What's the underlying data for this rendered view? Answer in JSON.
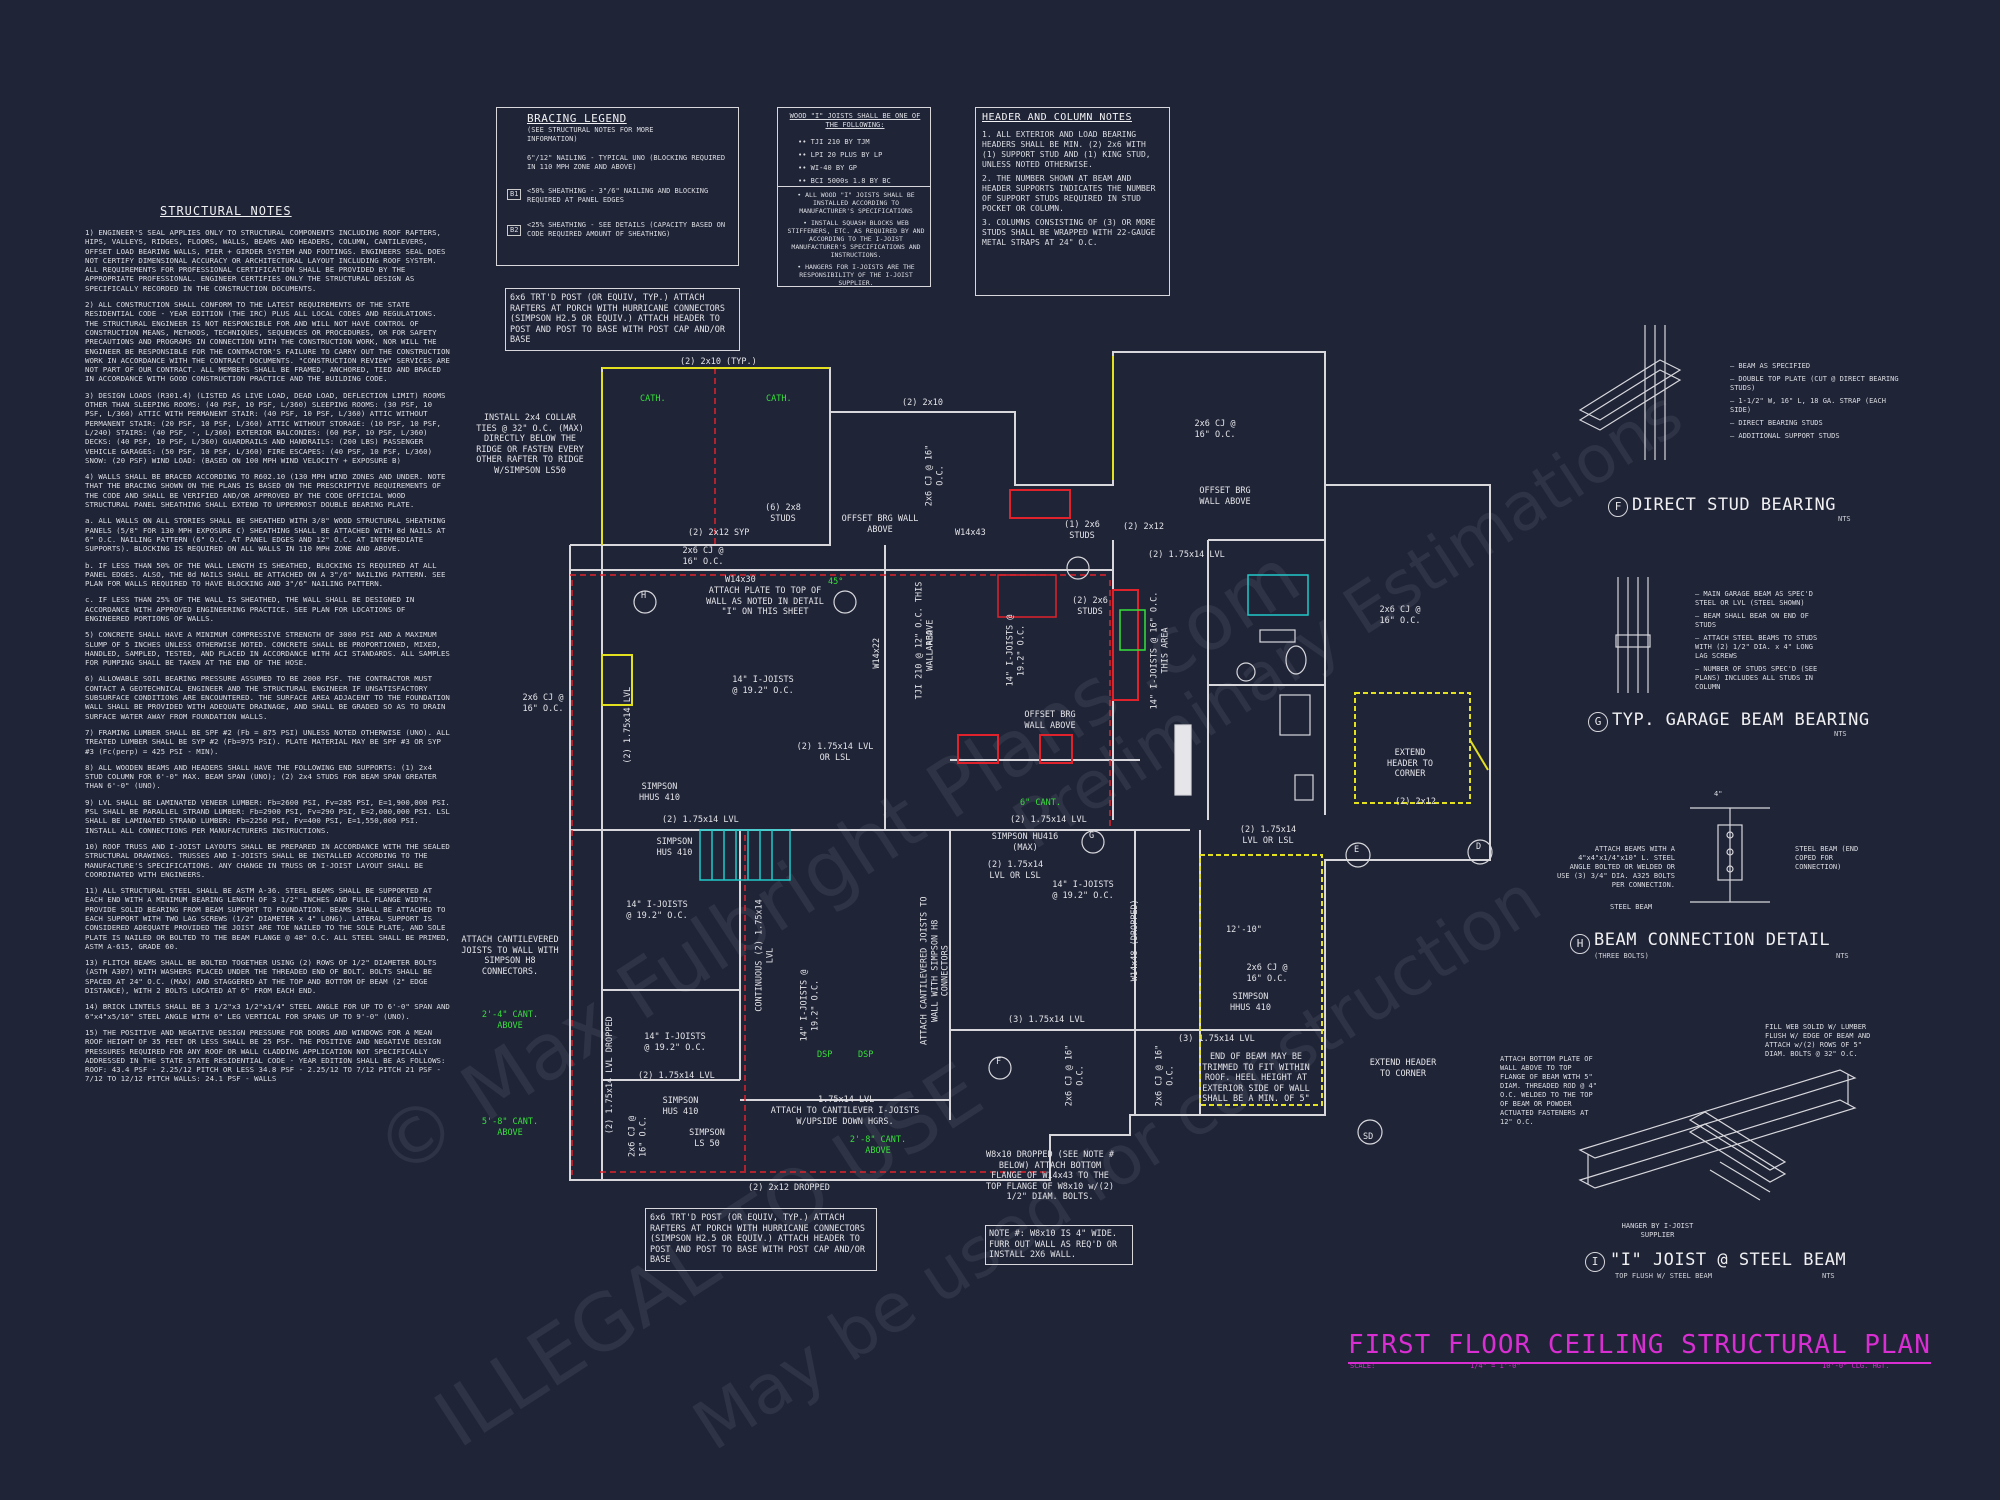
{
  "structural_notes": {
    "title": "STRUCTURAL NOTES",
    "paragraphs": [
      "1) ENGINEER'S SEAL APPLIES ONLY TO STRUCTURAL COMPONENTS INCLUDING ROOF RAFTERS, HIPS, VALLEYS, RIDGES, FLOORS, WALLS, BEAMS AND HEADERS, COLUMN, CANTILEVERS, OFFSET LOAD BEARING WALLS, PIER + GIRDER SYSTEM AND FOOTINGS. ENGINEERS SEAL DOES NOT CERTIFY DIMENSIONAL ACCURACY OR ARCHITECTURAL LAYOUT INCLUDING ROOF SYSTEM. ALL REQUIREMENTS FOR PROFESSIONAL CERTIFICATION SHALL BE PROVIDED BY THE APPROPRIATE PROFESSIONAL. ENGINEER CERTIFIES ONLY THE STRUCTURAL DESIGN AS SPECIFICALLY RECORDED IN THE CONSTRUCTION DOCUMENTS.",
      "2) ALL CONSTRUCTION SHALL CONFORM TO THE LATEST REQUIREMENTS OF THE STATE RESIDENTIAL CODE - YEAR EDITION (THE IRC) PLUS ALL LOCAL CODES AND REGULATIONS. THE STRUCTURAL ENGINEER IS NOT RESPONSIBLE FOR AND WILL NOT HAVE CONTROL OF CONSTRUCTION MEANS, METHODS, TECHNIQUES, SEQUENCES OR PROCEDURES, OR FOR SAFETY PRECAUTIONS AND PROGRAMS IN CONNECTION WITH THE CONSTRUCTION WORK, NOR WILL THE ENGINEER BE RESPONSIBLE FOR THE CONTRACTOR'S FAILURE TO CARRY OUT THE CONSTRUCTION WORK IN ACCORDANCE WITH THE CONTRACT DOCUMENTS. \"CONSTRUCTION REVIEW\" SERVICES ARE NOT PART OF OUR CONTRACT. ALL MEMBERS SHALL BE FRAMED, ANCHORED, TIED AND BRACED IN ACCORDANCE WITH GOOD CONSTRUCTION PRACTICE AND THE BUILDING CODE.",
      "3) DESIGN LOADS (R301.4) (LISTED AS LIVE LOAD, DEAD LOAD, DEFLECTION LIMIT) ROOMS OTHER THAN SLEEPING ROOMS: (40 PSF, 10 PSF, L/360) SLEEPING ROOMS: (30 PSF, 10 PSF, L/360) ATTIC WITH PERMANENT STAIR: (40 PSF, 10 PSF, L/360) ATTIC WITHOUT PERMANENT STAIR: (20 PSF, 10 PSF, L/360) ATTIC WITHOUT STORAGE: (10 PSF, 10 PSF, L/240) STAIRS: (40 PSF, -, L/360) EXTERIOR BALCONIES: (60 PSF, 10 PSF, L/360) DECKS: (40 PSF, 10 PSF, L/360) GUARDRAILS AND HANDRAILS: (200 LBS) PASSENGER VEHICLE GARAGES: (50 PSF, 10 PSF, L/360) FIRE ESCAPES: (40 PSF, 10 PSF, L/360) SNOW: (20 PSF) WIND LOAD: (BASED ON 100 MPH WIND VELOCITY + EXPOSURE B)",
      "4) WALLS SHALL BE BRACED ACCORDING TO R602.10 (130 MPH WIND ZONES AND UNDER. NOTE THAT THE BRACING SHOWN ON THE PLANS IS BASED ON THE PRESCRIPTIVE REQUIREMENTS OF THE CODE AND SHALL BE VERIFIED AND/OR APPROVED BY THE CODE OFFICIAL WOOD STRUCTURAL PANEL SHEATHING SHALL EXTEND TO UPPERMOST DOUBLE BEARING PLATE.",
      "a. ALL WALLS ON ALL STORIES SHALL BE SHEATHED WITH 3/8\" WOOD STRUCTURAL SHEATHING PANELS (5/8\" FOR 130 MPH EXPOSURE C) SHEATHING SHALL BE ATTACHED WITH 8d NAILS AT 6\" O.C. NAILING PATTERN (6\" O.C. AT PANEL EDGES AND 12\" O.C. AT INTERMEDIATE SUPPORTS). BLOCKING IS REQUIRED ON ALL WALLS IN 110 MPH ZONE AND ABOVE.",
      "b. IF LESS THAN 50% OF THE WALL LENGTH IS SHEATHED, BLOCKING IS REQUIRED AT ALL PANEL EDGES. ALSO, THE 8d NAILS SHALL BE ATTACHED ON A 3\"/6\" NAILING PATTERN. SEE PLAN FOR WALLS REQUIRED TO HAVE BLOCKING AND 3\"/6\" NAILING PATTERN.",
      "c. IF LESS THAN 25% OF THE WALL IS SHEATHED, THE WALL SHALL BE DESIGNED IN ACCORDANCE WITH APPROVED ENGINEERING PRACTICE. SEE PLAN FOR LOCATIONS OF ENGINEERED PORTIONS OF WALLS.",
      "5) CONCRETE SHALL HAVE A MINIMUM COMPRESSIVE STRENGTH OF 3000 PSI AND A MAXIMUM SLUMP OF 5 INCHES UNLESS OTHERWISE NOTED. CONCRETE SHALL BE PROPORTIONED, MIXED, HANDLED, SAMPLED, TESTED, AND PLACED IN ACCORDANCE WITH ACI STANDARDS. ALL SAMPLES FOR PUMPING SHALL BE TAKEN AT THE END OF THE HOSE.",
      "6) ALLOWABLE SOIL BEARING PRESSURE ASSUMED TO BE 2000 PSF. THE CONTRACTOR MUST CONTACT A GEOTECHNICAL ENGINEER AND THE STRUCTURAL ENGINEER IF UNSATISFACTORY SUBSURFACE CONDITIONS ARE ENCOUNTERED. THE SURFACE AREA ADJACENT TO THE FOUNDATION WALL SHALL BE PROVIDED WITH ADEQUATE DRAINAGE, AND SHALL BE GRADED SO AS TO DRAIN SURFACE WATER AWAY FROM FOUNDATION WALLS.",
      "7) FRAMING LUMBER SHALL BE SPF #2 (Fb = 875 PSI) UNLESS NOTED OTHERWISE (UNO). ALL TREATED LUMBER SHALL BE SYP #2 (Fb=975 PSI). PLATE MATERIAL MAY BE SPF #3 OR SYP #3 (Fc(perp) = 425 PSI - MIN).",
      "8) ALL WOODEN BEAMS AND HEADERS SHALL HAVE THE FOLLOWING END SUPPORTS: (1) 2x4 STUD COLUMN FOR 6'-0\" MAX. BEAM SPAN (UNO); (2) 2x4 STUDS FOR BEAM SPAN GREATER THAN 6'-0\" (UNO).",
      "9) LVL SHALL BE LAMINATED VENEER LUMBER: Fb=2600 PSI, Fv=285 PSI, E=1,900,000 PSI. PSL SHALL BE PARALLEL STRAND LUMBER: Fb=2900 PSI, Fv=290 PSI, E=2,000,000 PSI. LSL SHALL BE LAMINATED STRAND LUMBER: Fb=2250 PSI, Fv=400 PSI, E=1,550,000 PSI. INSTALL ALL CONNECTIONS PER MANUFACTURERS INSTRUCTIONS.",
      "10) ROOF TRUSS AND I-JOIST LAYOUTS SHALL BE PREPARED IN ACCORDANCE WITH THE SEALED STRUCTURAL DRAWINGS. TRUSSES AND I-JOISTS SHALL BE INSTALLED ACCORDING TO THE MANUFACTURE'S SPECIFICATIONS. ANY CHANGE IN TRUSS OR I-JOIST LAYOUT SHALL BE COORDINATED WITH ENGINEERS.",
      "11) ALL STRUCTURAL STEEL SHALL BE ASTM A-36. STEEL BEAMS SHALL BE SUPPORTED AT EACH END WITH A MINIMUM BEARING LENGTH OF 3 1/2\" INCHES AND FULL FLANGE WIDTH. PROVIDE SOLID BEARING FROM BEAM SUPPORT TO FOUNDATION. BEAMS SHALL BE ATTACHED TO EACH SUPPORT WITH TWO LAG SCREWS (1/2\" DIAMETER x 4\" LONG). LATERAL SUPPORT IS CONSIDERED ADEQUATE PROVIDED THE JOIST ARE TOE NAILED TO THE SOLE PLATE, AND SOLE PLATE IS NAILED OR BOLTED TO THE BEAM FLANGE @ 48\" O.C. ALL STEEL SHALL BE PRIMED, ASTM A-615, GRADE 60.",
      "13) FLITCH BEAMS SHALL BE BOLTED TOGETHER USING (2) ROWS OF 1/2\" DIAMETER BOLTS (ASTM A307) WITH WASHERS PLACED UNDER THE THREADED END OF BOLT. BOLTS SHALL BE SPACED AT 24\" O.C. (MAX) AND STAGGERED AT THE TOP AND BOTTOM OF BEAM (2\" EDGE DISTANCE), WITH 2 BOLTS LOCATED AT 6\" FROM EACH END.",
      "14) BRICK LINTELS SHALL BE 3 1/2\"x3 1/2\"x1/4\" STEEL ANGLE FOR UP TO 6'-0\" SPAN AND 6\"x4\"x5/16\" STEEL ANGLE WITH 6\" LEG VERTICAL FOR SPANS UP TO 9'-0\" (UNO).",
      "15) THE POSITIVE AND NEGATIVE DESIGN PRESSURE FOR DOORS AND WINDOWS FOR A MEAN ROOF HEIGHT OF 35 FEET OR LESS SHALL BE 25 PSF. THE POSITIVE AND NEGATIVE DESIGN PRESSURES REQUIRED FOR ANY ROOF OR WALL CLADDING APPLICATION NOT SPECIFICALLY ADDRESSED IN THE STATE STATE RESIDENTIAL CODE - YEAR EDITION SHALL BE AS FOLLOWS: ROOF: 43.4 PSF - 2.25/12 PITCH OR LESS 34.8 PSF - 2.25/12 TO 7/12 PITCH 21 PSF - 7/12 TO 12/12 PITCH WALLS: 24.1 PSF - WALLS"
    ]
  },
  "bracing_legend": {
    "title": "BRACING LEGEND",
    "subtitle": "(SEE STRUCTURAL NOTES FOR MORE INFORMATION)",
    "item1": "6\"/12\" NAILING - TYPICAL UNO (BLOCKING REQUIRED IN 110 MPH ZONE AND ABOVE)",
    "b1_tag": "B1",
    "item2": "<50% SHEATHING - 3\"/6\" NAILING AND BLOCKING REQUIRED AT PANEL EDGES",
    "b2_tag": "B2",
    "item3": "<25% SHEATHING - SEE DETAILS (CAPACITY BASED ON CODE REQUIRED AMOUNT OF SHEATHING)"
  },
  "ijoist_box": {
    "title": "WOOD \"I\" JOISTS SHALL BE ONE OF THE FOLLOWING:",
    "options": [
      "TJI 210 BY TJM",
      "LPI 20 PLUS BY LP",
      "WI-40 BY GP",
      "BCI 5000s 1.8 BY BC"
    ],
    "notes": [
      "ALL WOOD \"I\" JOISTS SHALL BE INSTALLED ACCORDING TO MANUFACTURER'S SPECIFICATIONS",
      "INSTALL SQUASH BLOCKS WEB STIFFENERS, ETC. AS REQUIRED BY AND ACCORDING TO THE I-JOIST MANUFACTURER'S SPECIFICATIONS AND INSTRUCTIONS.",
      "HANGERS FOR I-JOISTS ARE THE RESPONSIBILITY OF THE I-JOIST SUPPLIER."
    ]
  },
  "header_notes": {
    "title": "HEADER AND COLUMN NOTES",
    "items": [
      "1. ALL EXTERIOR AND LOAD BEARING HEADERS SHALL BE MIN. (2) 2x6 WITH (1) SUPPORT STUD AND (1) KING STUD, UNLESS NOTED OTHERWISE.",
      "2. THE NUMBER SHOWN AT BEAM AND HEADER SUPPORTS INDICATES THE NUMBER OF SUPPORT STUDS REQUIRED IN STUD POCKET OR COLUMN.",
      "3. COLUMNS CONSISTING OF (3) OR MORE STUDS SHALL BE WRAPPED WITH 22-GAUGE METAL STRAPS AT 24\" O.C."
    ]
  },
  "plan_callouts": {
    "porch_post": "6x6 TRT'D POST (OR EQUIV, TYP.) ATTACH RAFTERS AT PORCH WITH HURRICANE CONNECTORS (SIMPSON H2.5 OR EQUIV.) ATTACH HEADER TO POST AND POST TO BASE WITH POST CAP AND/OR BASE",
    "collar_ties": "INSTALL 2x4 COLLAR TIES @ 32\" O.C. (MAX) DIRECTLY BELOW THE RIDGE OR FASTEN EVERY OTHER RAFTER TO RIDGE W/SIMPSON LS50",
    "top_2x10": "(2) 2x10 (TYP.)",
    "cath1": "CATH.",
    "cath2": "CATH.",
    "mid_2x10": "(2) 2x10",
    "studs_6": "(6) 2x8 STUDS",
    "offset_above": "OFFSET BRG WALL ABOVE",
    "w14x43": "W14x43",
    "cj_right_top": "2x6 CJ @ 16\" O.C.",
    "cj_vert": "2x6 CJ @ 16\" O.C.",
    "offset_above_2": "OFFSET BRG WALL ABOVE",
    "studs_1": "(1) 2x6 STUDS",
    "hdr_2x12": "(2) 2x12",
    "lvl_2x14": "(2) 1.75x14 LVL",
    "hdr_2x12_syp": "(2) 2x12 SYP",
    "cj_left": "2x6 CJ @ 16\" O.C.",
    "w14x30": "W14x30",
    "attach_plate": "ATTACH PLATE TO TOP OF WALL AS NOTED IN DETAIL \"I\" ON THIS SHEET",
    "deg45": "45°",
    "ijoist_main": "14\" I-JOISTS @ 19.2\" O.C.",
    "w14x22": "W14x22",
    "ijoist_vert1": "14\" I-JOISTS @ 19.2\" O.C.",
    "ijoist_vert2": "14\" I-JOISTS @ 19.2\" O.C.",
    "tji_area": "TJI 210 @ 12\" O.C. THIS AREA",
    "wall_above": "WALL ABOVE",
    "studs_2": "(2) 2x6 STUDS",
    "ijoist_area": "14\" I-JOISTS @ 16\" O.C. THIS AREA",
    "cj_garage": "2x6 CJ @ 16\" O.C.",
    "cj_left2": "2x6 CJ @ 16\" O.C.",
    "lvl_1": "(2) 1.75x14 LVL",
    "lvl_or_lsl": "(2) 1.75x14 LVL OR LSL",
    "offset_3": "OFFSET BRG WALL ABOVE",
    "simpson_hhus": "SIMPSON HHUS 410",
    "lvl_2": "(2) 1.75x14 LVL",
    "cant_6": "6\" CANT.",
    "lvl_3": "(2) 1.75x14 LVL",
    "lvl_lsl_r": "(2) 1.75x14 LVL OR LSL",
    "extend_header": "EXTEND HEADER TO CORNER",
    "hdr_2x12_r": "(2) 2x12",
    "simpson_hus": "SIMPSON HUS 410",
    "simpson_hu416": "SIMPSON HU416 (MAX)",
    "lvl_4": "(2) 1.75x14 LVL OR LSL",
    "ijoist_mid": "14\" I-JOISTS @ 19.2\" O.C.",
    "w14x48": "W14x48 (DROPPED)",
    "dim_1210": "12'-10\"",
    "cj_r2": "2x6 CJ @ 16\" O.C.",
    "simpson_hhus2": "SIMPSON HHUS 410",
    "attach_cant": "ATTACH CANTILEVERED JOISTS TO WALL WITH SIMPSON H8 CONNECTORS.",
    "ijoist_low": "14\" I-JOISTS @ 19.2\" O.C.",
    "cont_lvl": "CONTINUOUS (2) 1.75x14 LVL",
    "ijoist_low2": "14\" I-JOISTS @ 19.2\" O.C.",
    "attach_cant2": "ATTACH CANTILEVERED JOISTS TO WALL WITH SIMPSON H8 CONNECTORS",
    "lvl_5": "(3) 1.75x14 LVL",
    "lvl_6": "(3) 1.75x14 LVL",
    "end_beam": "END OF BEAM MAY BE TRIMMED TO FIT WITHIN ROOF. HEEL HEIGHT AT EXTERIOR SIDE OF WALL SHALL BE A MIN. OF 5\"",
    "extend_header2": "EXTEND HEADER TO CORNER",
    "cant_24": "2'-4\" CANT. ABOVE",
    "ijoist_low3": "14\" I-JOISTS @ 19.2\" O.C.",
    "lvl_7": "(2) 1.75x14 LVL",
    "dsp1": "DSP",
    "dsp2": "DSP",
    "lvl_8": "1.75x14 LVL",
    "attach_cant3": "ATTACH TO CANTILEVER I-JOISTS W/UPSIDE DOWN HGRS.",
    "simpson_hus2": "SIMPSON HUS 410",
    "simpson_ls50": "SIMPSON LS 50",
    "cant_58": "5'-8\" CANT. ABOVE",
    "cant_28": "2'-8\" CANT. ABOVE",
    "lvl_dropped": "(2) 1.75x14 LVL DROPPED",
    "hdr_dropped": "(2) 2x12 DROPPED",
    "cj_r3": "2x6 CJ @ 16\" O.C.",
    "cj_r4": "2x6 CJ @ 16\" O.C.",
    "cj_r5": "2x6 CJ @ 16\" O.C.",
    "porch_post2": "6x6 TRT'D POST (OR EQUIV, TYP.) ATTACH RAFTERS AT PORCH WITH HURRICANE CONNECTORS (SIMPSON H2.5 OR EQUIV.) ATTACH HEADER TO POST AND POST TO BASE WITH POST CAP AND/OR BASE",
    "w8x10": "W8x10 DROPPED (SEE NOTE # BELOW) ATTACH BOTTOM FLANGE OF W14x43 TO THE TOP FLANGE OF W8x10 w/(2) 1/2\" DIAM. BOLTS.",
    "note_w8": "NOTE #: W8x10 IS 4\" WIDE. FURR OUT WALL AS REQ'D OR INSTALL 2X6 WALL.",
    "sect_h": "H",
    "sect_g": "G",
    "sect_f": "F",
    "sect_e": "E",
    "sect_d": "D",
    "sd": "SD"
  },
  "details": {
    "f": {
      "letter": "F",
      "title": "DIRECT STUD BEARING",
      "nts": "NTS",
      "labels": [
        "BEAM AS SPECIFIED",
        "DOUBLE TOP PLATE (CUT @ DIRECT BEARING STUDS)",
        "1-1/2\" W, 16\" L, 18 GA. STRAP (EACH SIDE)",
        "DIRECT BEARING STUDS",
        "ADDITIONAL SUPPORT STUDS"
      ]
    },
    "g": {
      "letter": "G",
      "title": "TYP. GARAGE BEAM BEARING",
      "nts": "NTS",
      "labels": [
        "MAIN GARAGE BEAM AS SPEC'D STEEL OR LVL (STEEL SHOWN)",
        "BEAM SHALL BEAR ON END OF STUDS",
        "ATTACH STEEL BEAMS TO STUDS WITH (2) 1/2\" DIA. x 4\" LONG LAG SCREWS",
        "NUMBER OF STUDS SPEC'D (SEE PLANS) INCLUDES ALL STUDS IN COLUMN"
      ]
    },
    "h": {
      "letter": "H",
      "title": "BEAM CONNECTION DETAIL",
      "subtitle": "(THREE BOLTS)",
      "nts": "NTS",
      "dim": "4\"",
      "labels": [
        "ATTACH BEAMS WITH A 4\"x4\"x1/4\"x10\" L. STEEL ANGLE BOLTED OR WELDED OR USE (3) 3/4\" DIA. A325 BOLTS PER CONNECTION.",
        "STEEL BEAM (END COPED FOR CONNECTION)",
        "STEEL BEAM"
      ]
    },
    "i": {
      "letter": "I",
      "title": "\"I\" JOIST @ STEEL BEAM",
      "subtitle": "TOP FLUSH W/ STEEL BEAM",
      "nts": "NTS",
      "labels": [
        "FILL WEB SOLID W/ LUMBER FLUSH W/ EDGE OF BEAM AND ATTACH w/(2) ROWS OF 5\" DIAM. BOLTS @ 32\" O.C.",
        "ATTACH BOTTOM PLATE OF WALL ABOVE TO TOP FLANGE OF BEAM WITH 5\" DIAM. THREADED ROD @ 4\" O.C. WELDED TO THE TOP OF BEAM OR POWDER ACTUATED FASTENERS AT 12\" O.C.",
        "HANGER BY I-JOIST SUPPLIER"
      ]
    }
  },
  "title_block": {
    "title": "FIRST FLOOR CEILING STRUCTURAL PLAN",
    "scale_label": "SCALE:",
    "scale_value": "1/4\" = 1'-0\"",
    "height": "10'-0\" CLG. HGT."
  },
  "watermark": {
    "line1": "© Max Fulbright Plans .com",
    "line2": "ILLEGAL TO USE",
    "line3": "May be used for construction",
    "line4": "Preliminary Estimations"
  },
  "colors": {
    "background": "#1f2437",
    "line": "#d7d7dc",
    "yellow": "#e3e020",
    "red": "#e0222c",
    "green": "#36e03a",
    "magenta": "#d82ed2",
    "cyan": "#20c8c8"
  }
}
